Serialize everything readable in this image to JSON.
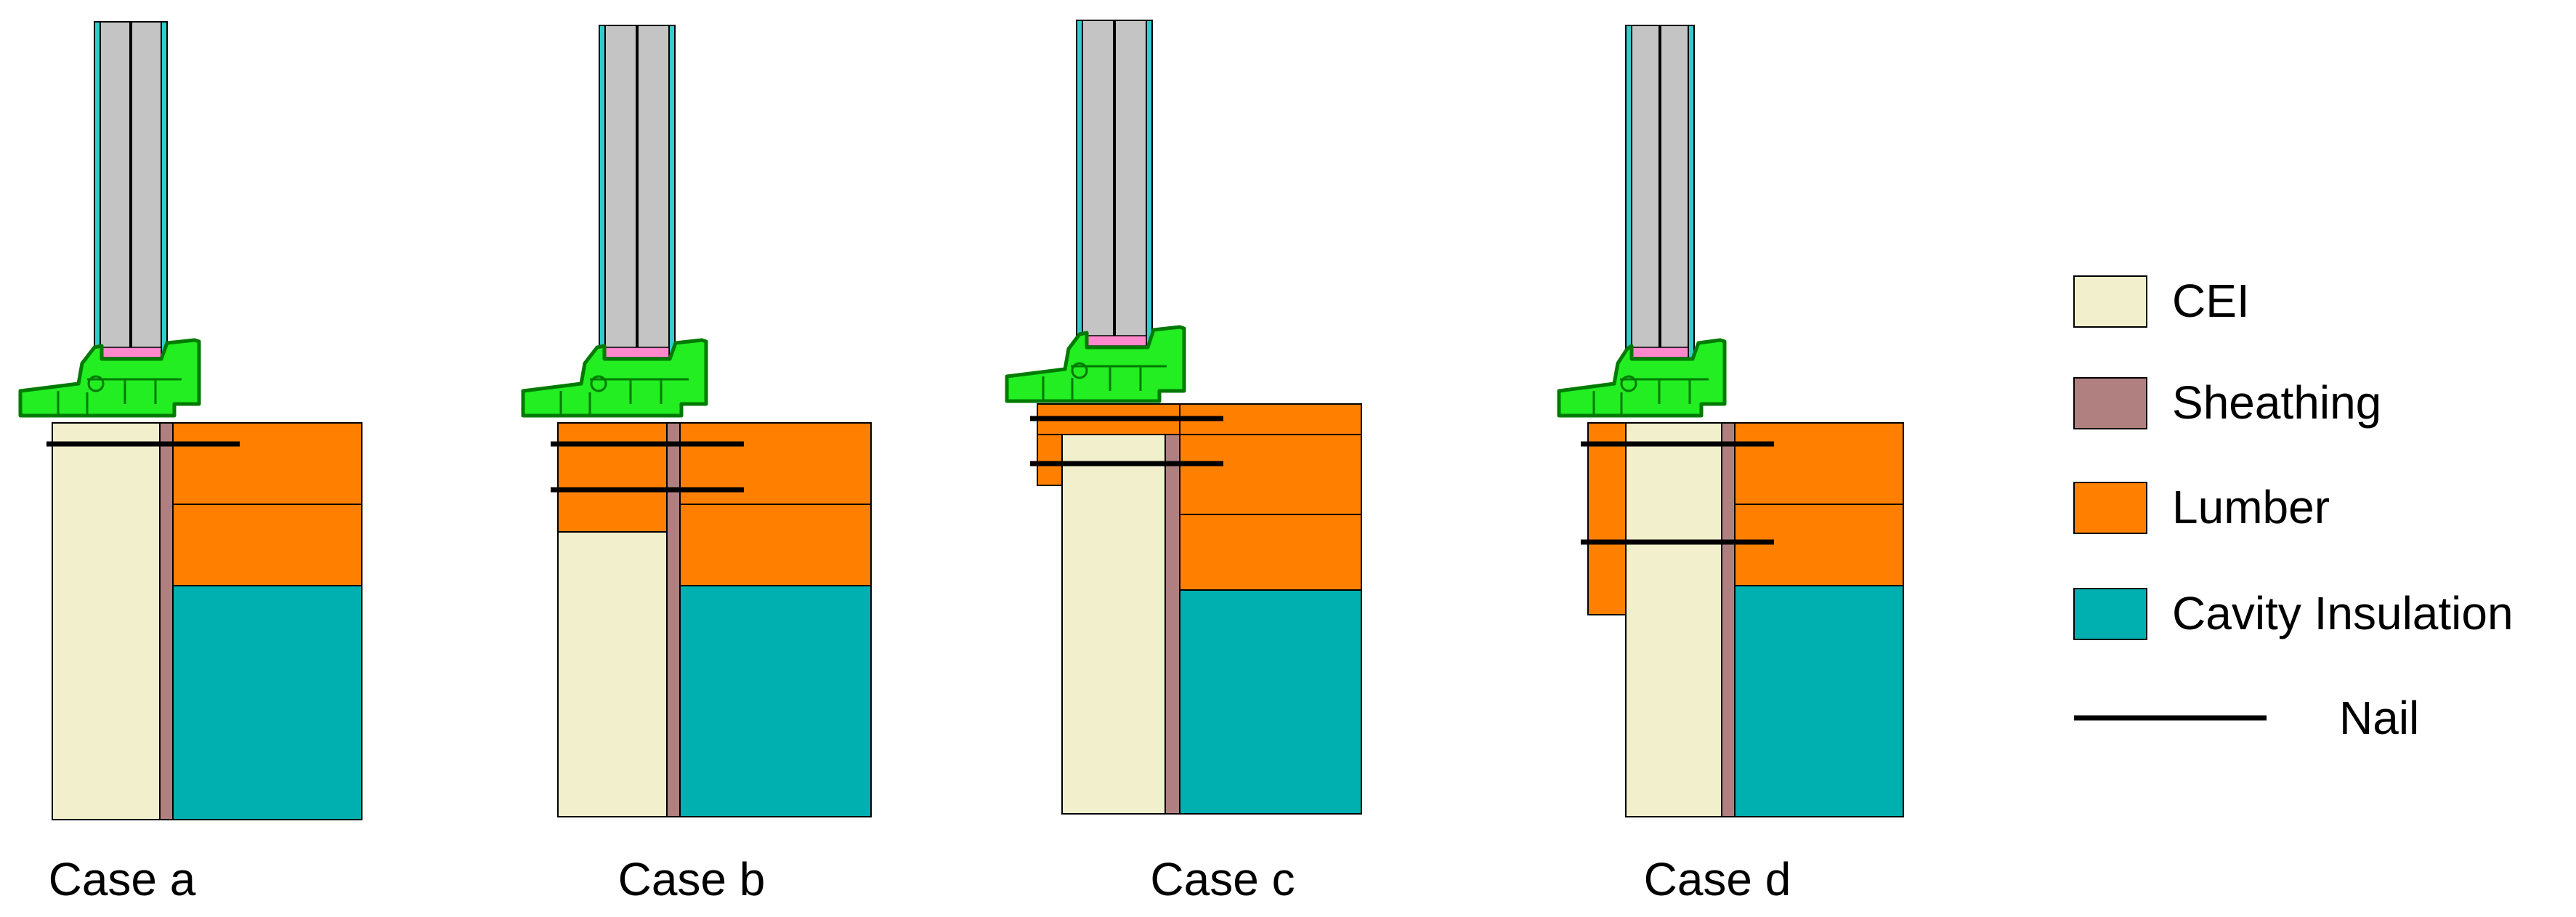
{
  "cases": [
    {
      "label": "Case a",
      "nails": 1
    },
    {
      "label": "Case b",
      "nails": 2
    },
    {
      "label": "Case c",
      "nails": 2
    },
    {
      "label": "Case d",
      "nails": 2
    }
  ],
  "legend": {
    "items": [
      {
        "label": "CEI",
        "color": "#f2efcc",
        "icon": "swatch"
      },
      {
        "label": "Sheathing",
        "color": "#b08080",
        "icon": "swatch"
      },
      {
        "label": "Lumber",
        "color": "#ff8000",
        "icon": "swatch"
      },
      {
        "label": "Cavity Insulation",
        "color": "#00afaf",
        "icon": "swatch"
      },
      {
        "label": "Nail",
        "color": "#000000",
        "icon": "line"
      }
    ]
  },
  "colors": {
    "glass": "#c4c4c4",
    "glass_edge": "#33cccc",
    "frame": "#22ee22",
    "frame_outline": "#007a00",
    "gasket": "#ff88cc"
  }
}
